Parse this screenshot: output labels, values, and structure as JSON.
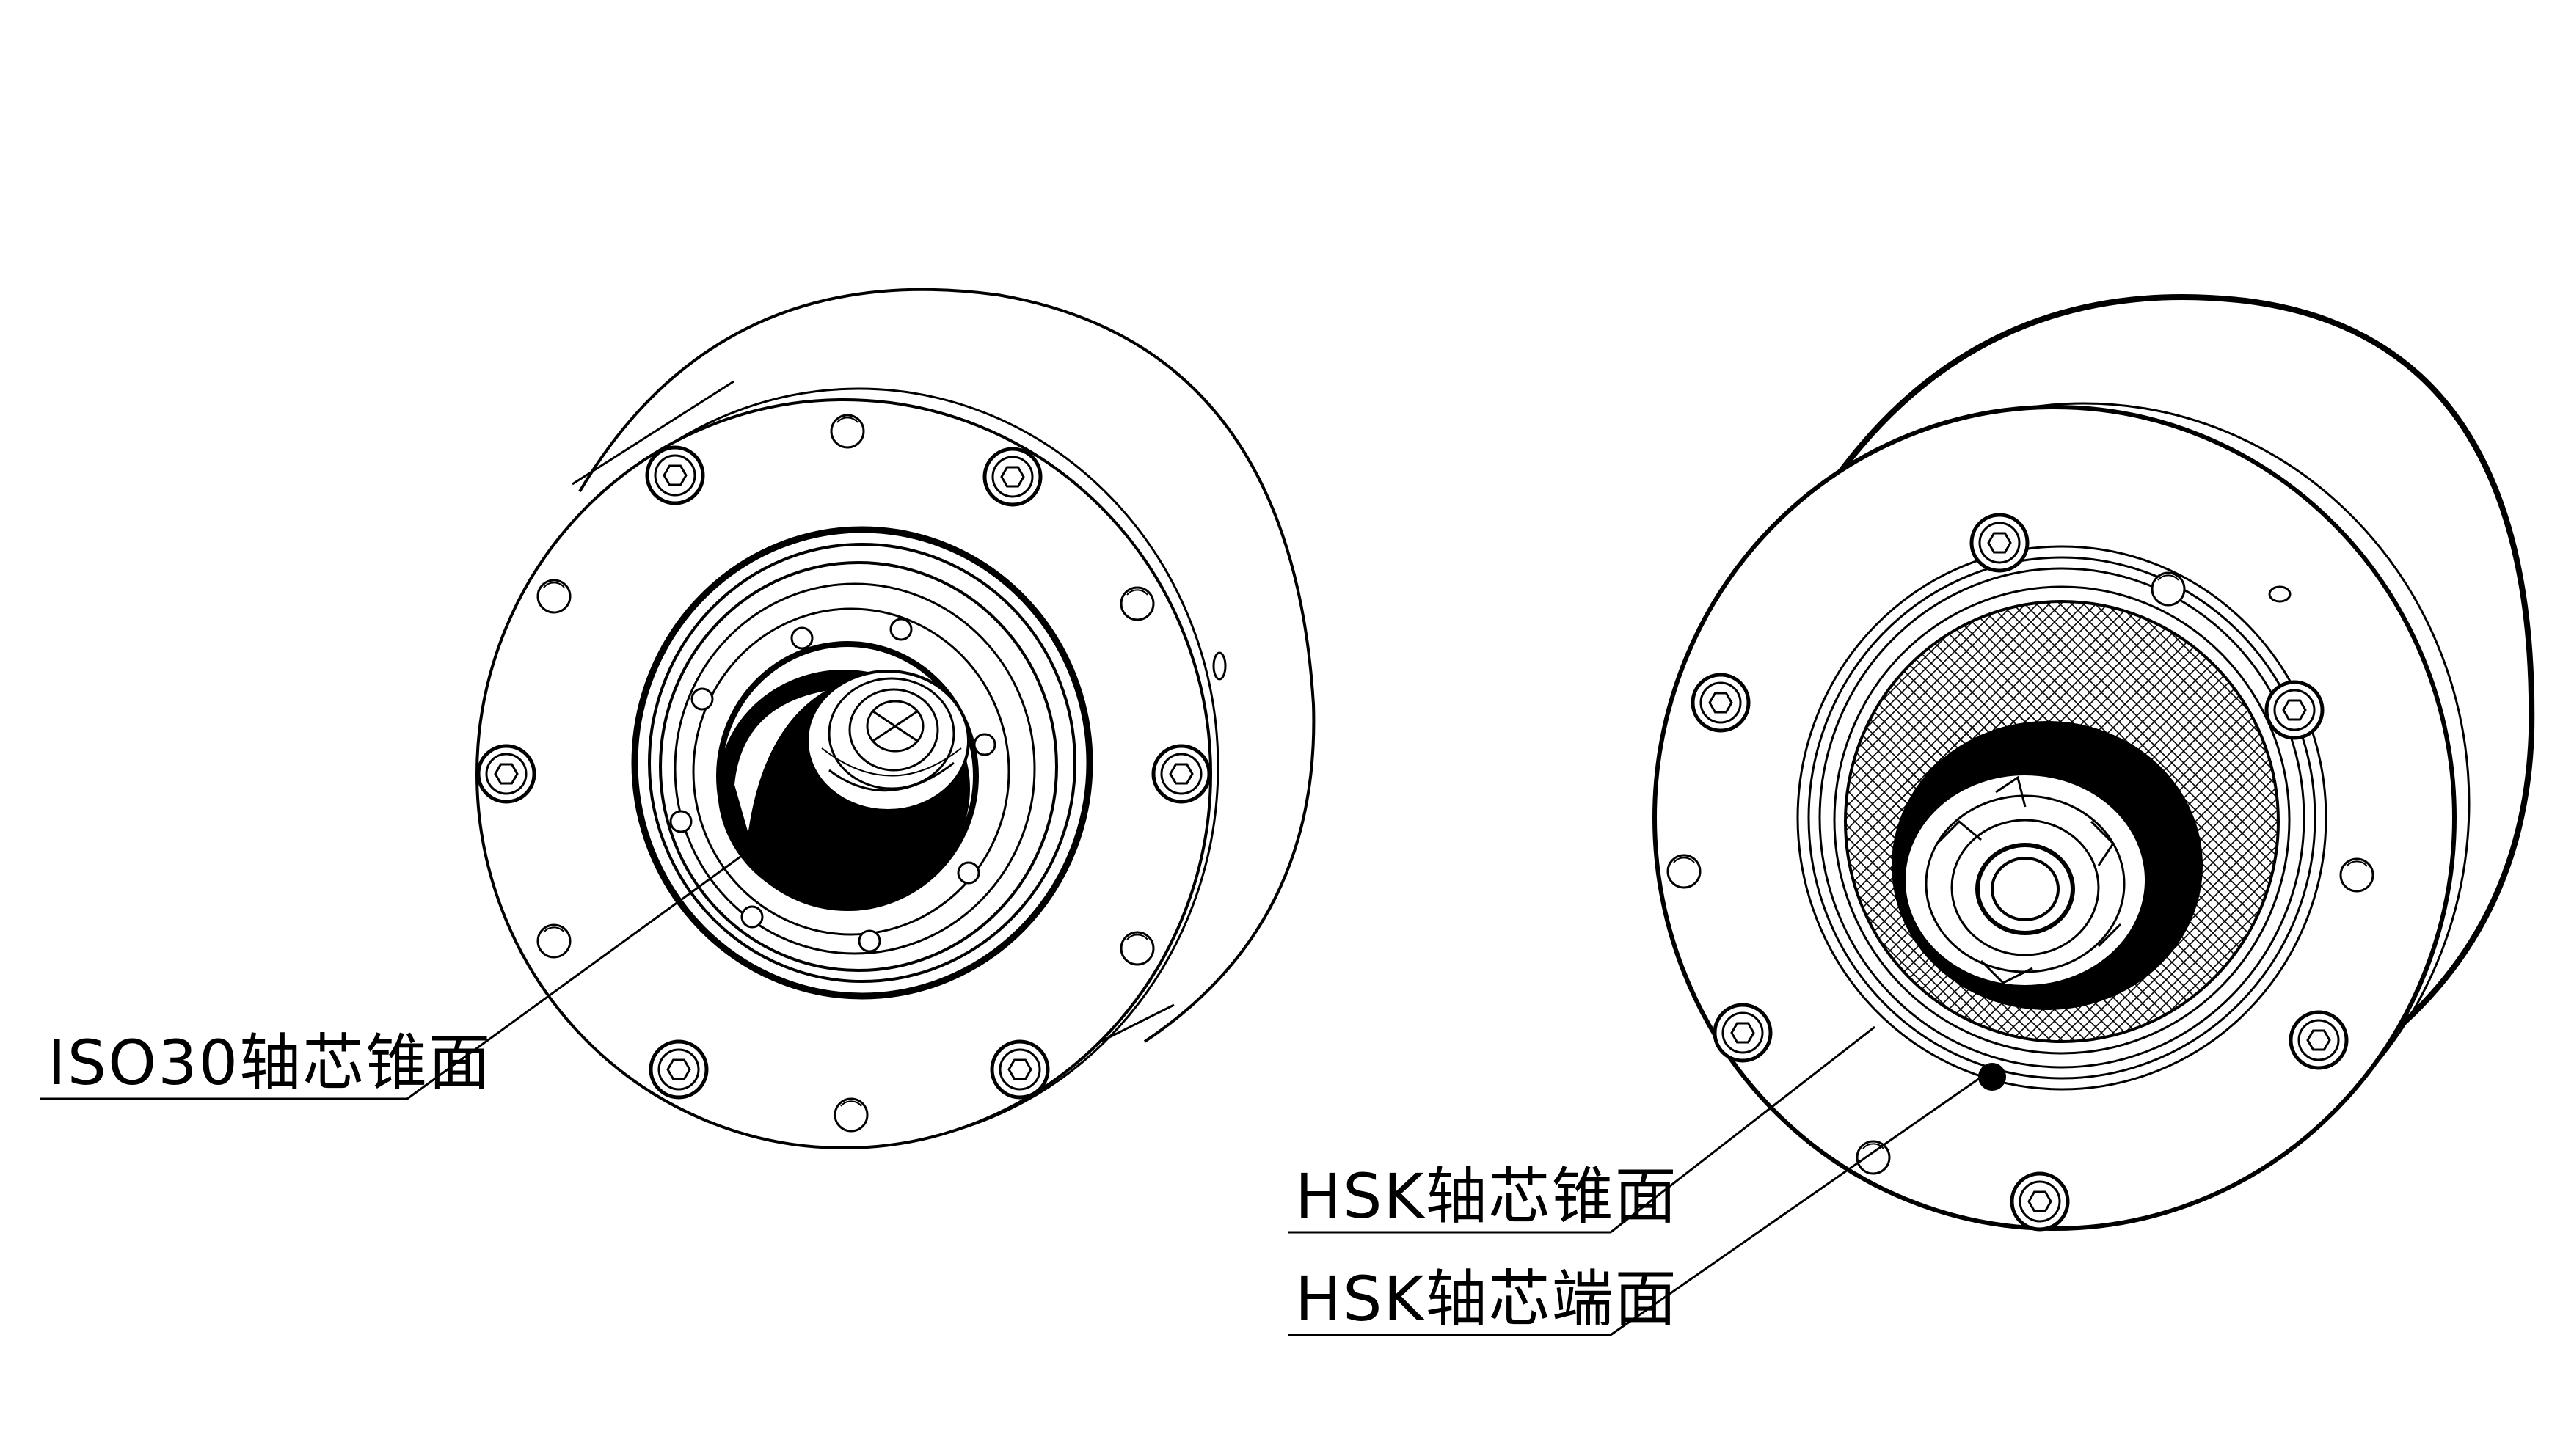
{
  "callouts": {
    "iso30_taper": "ISO30轴芯锥面",
    "hsk_taper": "HSK轴芯锥面",
    "hsk_face": "HSK轴芯端面"
  },
  "colors": {
    "ink": "#000000",
    "paper": "#ffffff"
  }
}
